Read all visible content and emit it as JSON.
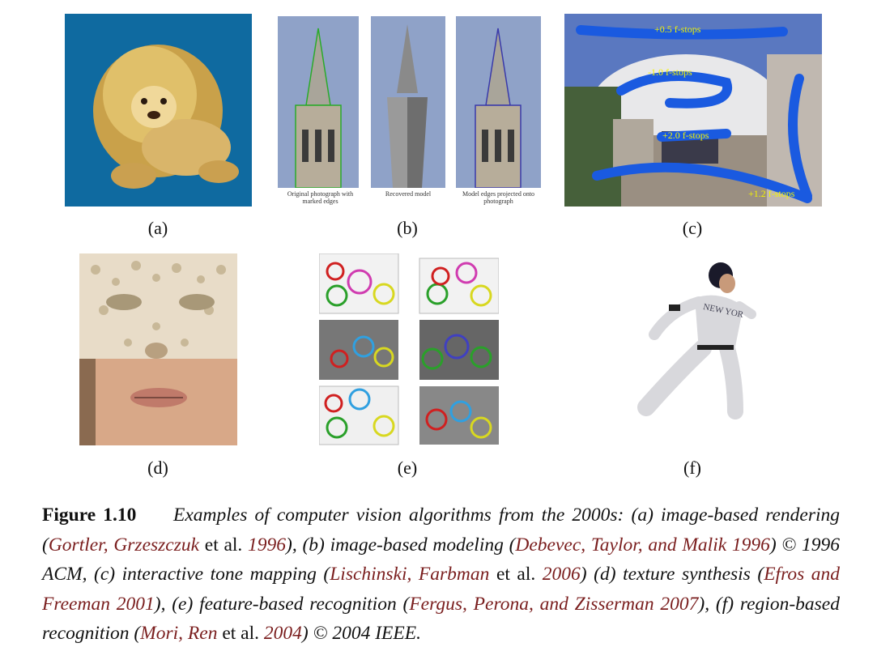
{
  "panels": {
    "a": {
      "label": "(a)"
    },
    "b": {
      "label": "(b)",
      "captions": [
        "Original photograph with marked edges",
        "Recovered model",
        "Model edges projected onto photograph"
      ]
    },
    "c": {
      "label": "(c)",
      "stops": [
        "+0.5 f-stops",
        "-1.0 f-stops",
        "+2.0 f-stops",
        "+1.2 f-stops"
      ]
    },
    "d": {
      "label": "(d)"
    },
    "e": {
      "label": "(e)"
    },
    "f": {
      "label": "(f)",
      "jersey": "NEW YOR"
    }
  },
  "caption": {
    "figure": "Figure 1.10",
    "t1": "Examples of computer vision algorithms from the 2000s: (a) image-based rendering (",
    "r1": "Gortler, Grzeszczuk",
    "etal": "et al.",
    "y1": "1996",
    "t2": "), (b) image-based modeling (",
    "r2": "Debevec, Taylor, and Malik 1996",
    "t3": ") © 1996 ACM, (c) interactive tone mapping (",
    "r3": "Lischinski, Farbman",
    "y3": "2006",
    "t4": ") (d) texture synthesis (",
    "r4": "Efros and Freeman 2001",
    "t5": "), (e) feature-based recognition (",
    "r5": "Fergus, Perona, and Zisserman 2007",
    "t6": "), (f) region-based recognition (",
    "r6": "Mori, Ren",
    "y6": "2004",
    "t7": ") © 2004 IEEE."
  }
}
